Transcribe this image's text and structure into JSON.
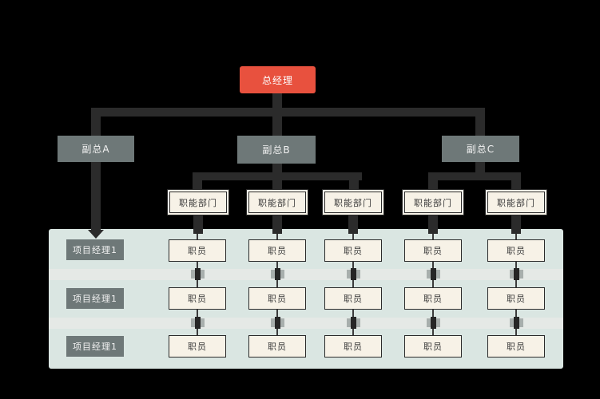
{
  "diagram": {
    "title": "org-chart-matrix",
    "root": {
      "label": "总经理"
    },
    "vps": [
      {
        "label": "副总A"
      },
      {
        "label": "副总B"
      },
      {
        "label": "副总C"
      }
    ],
    "dept_label": "职能部门",
    "staff_label": "职员",
    "pm_rows": [
      {
        "label": "项目经理1"
      },
      {
        "label": "项目经理1"
      },
      {
        "label": "项目经理1"
      }
    ],
    "counts": {
      "departments": 5,
      "staff_rows": 3,
      "staff_columns": 5
    },
    "colors": {
      "background": "#000000",
      "root_box": "#e8513e",
      "gray_box": "#6e7878",
      "cream_box": "#f7f2e7",
      "box_border": "#2b2b2b",
      "connector": "#2b2b2b",
      "panel": "#dae6e2",
      "panel_stripe": "#e5e9e6",
      "joint_side": "#a8afad",
      "joint_mid": "#262626"
    }
  }
}
